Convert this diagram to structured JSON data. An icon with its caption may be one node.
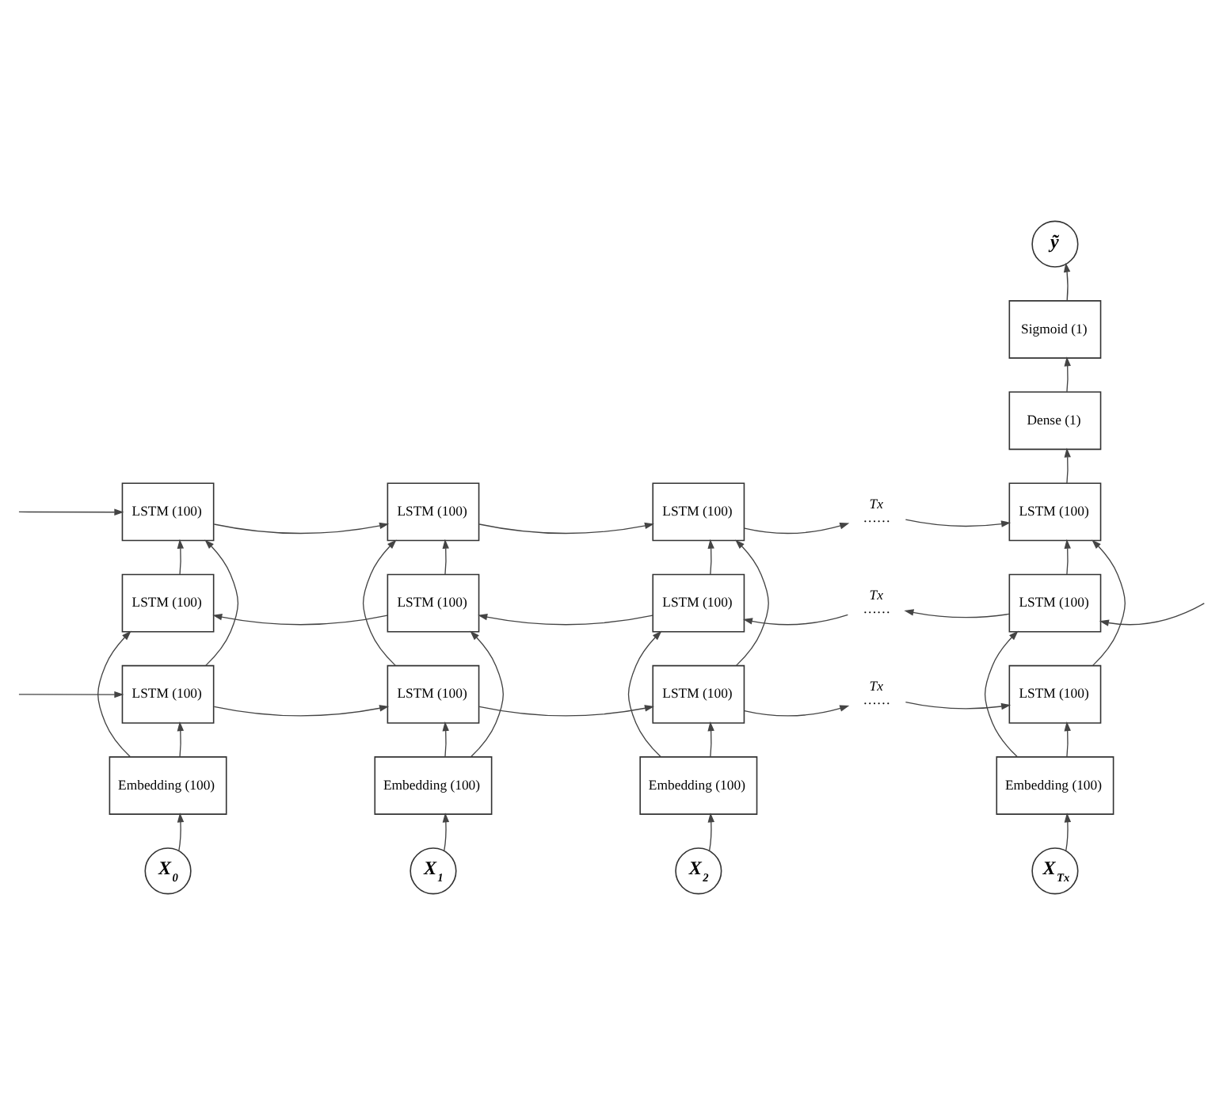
{
  "diagram": {
    "nodes": [
      {
        "text": [
          "ỹ"
        ]
      },
      {
        "text": [
          "Sigmoid (1)"
        ]
      },
      {
        "text": [
          "Dense (1)"
        ]
      },
      {
        "text": [
          "LSTM (100)"
        ]
      },
      {
        "text": [
          "LSTM (100)"
        ]
      },
      {
        "text": [
          "LSTM (100)"
        ]
      },
      {
        "text": [
          "Tx",
          "……"
        ]
      },
      {
        "text": [
          "LSTM (100)"
        ]
      },
      {
        "text": [
          "LSTM (100)"
        ]
      },
      {
        "text": [
          "LSTM (100)"
        ]
      },
      {
        "text": [
          "LSTM (100)"
        ]
      },
      {
        "text": [
          "Tx",
          "……"
        ]
      },
      {
        "text": [
          "LSTM (100)"
        ]
      },
      {
        "text": [
          "LSTM (100)"
        ]
      },
      {
        "text": [
          "LSTM (100)"
        ]
      },
      {
        "text": [
          "LSTM (100)"
        ]
      },
      {
        "text": [
          "Tx",
          "……"
        ]
      },
      {
        "text": [
          "LSTM (100)"
        ]
      },
      {
        "text": [
          "Embedding (100)"
        ]
      },
      {
        "text": [
          "Embedding (100)"
        ]
      },
      {
        "text": [
          "Embedding (100)"
        ]
      },
      {
        "text": [
          "Embedding (100)"
        ]
      },
      {
        "text": [
          "X$_{0}$"
        ]
      },
      {
        "text": [
          "X$_{1}$"
        ]
      },
      {
        "text": [
          "X$_{2}$"
        ]
      },
      {
        "text": [
          "X$_{Tx}$"
        ]
      }
    ],
    "edges": [
      {
        "from": 22,
        "to": 18,
        "arrow": "to"
      },
      {
        "from": 23,
        "to": 19,
        "arrow": "to"
      },
      {
        "from": 24,
        "to": 20,
        "arrow": "to"
      },
      {
        "from": 25,
        "to": 21,
        "arrow": "to"
      },
      {
        "from": 18,
        "to": 13,
        "arrow": "to"
      },
      {
        "from": 19,
        "to": 14,
        "arrow": "to"
      },
      {
        "from": 20,
        "to": 15,
        "arrow": "to"
      },
      {
        "from": 21,
        "to": 17,
        "arrow": "to"
      },
      {
        "from": 18,
        "to": 8,
        "arrow": "to"
      },
      {
        "from": 19,
        "to": 9,
        "arrow": "to"
      },
      {
        "from": 20,
        "to": 10,
        "arrow": "to"
      },
      {
        "from": 21,
        "to": 12,
        "arrow": "to"
      },
      {
        "from": 13,
        "to": 3,
        "arrow": "to"
      },
      {
        "from": 14,
        "to": 4,
        "arrow": "to"
      },
      {
        "from": 15,
        "to": 5,
        "arrow": "to"
      },
      {
        "from": 17,
        "to": 7,
        "arrow": "to"
      },
      {
        "from": 8,
        "to": 3,
        "arrow": "to"
      },
      {
        "from": 9,
        "to": 4,
        "arrow": "to"
      },
      {
        "from": 10,
        "to": 5,
        "arrow": "to"
      },
      {
        "from": 12,
        "to": 7,
        "arrow": "to"
      },
      {
        "from": null,
        "to": 13,
        "arrow": "to"
      },
      {
        "from": 13,
        "to": 14,
        "arrow": "to"
      },
      {
        "from": 14,
        "to": 15,
        "arrow": "to"
      },
      {
        "from": 15,
        "to": 16,
        "arrow": "to"
      },
      {
        "from": 16,
        "to": 17,
        "arrow": "to"
      },
      {
        "from": null,
        "to": 12,
        "arrow": "to"
      },
      {
        "from": 12,
        "to": 11,
        "arrow": "to"
      },
      {
        "from": 11,
        "to": 10,
        "arrow": "to"
      },
      {
        "from": 10,
        "to": 9,
        "arrow": "to"
      },
      {
        "from": 9,
        "to": 8,
        "arrow": "to"
      },
      {
        "from": null,
        "to": 3,
        "arrow": "to"
      },
      {
        "from": 3,
        "to": 4,
        "arrow": "to"
      },
      {
        "from": 4,
        "to": 5,
        "arrow": "to"
      },
      {
        "from": 5,
        "to": 6,
        "arrow": "to"
      },
      {
        "from": 6,
        "to": 7,
        "arrow": "to"
      },
      {
        "from": 7,
        "to": 2,
        "arrow": "to"
      },
      {
        "from": 2,
        "to": 1,
        "arrow": "to"
      },
      {
        "from": 1,
        "to": 0,
        "arrow": "to"
      }
    ]
  }
}
